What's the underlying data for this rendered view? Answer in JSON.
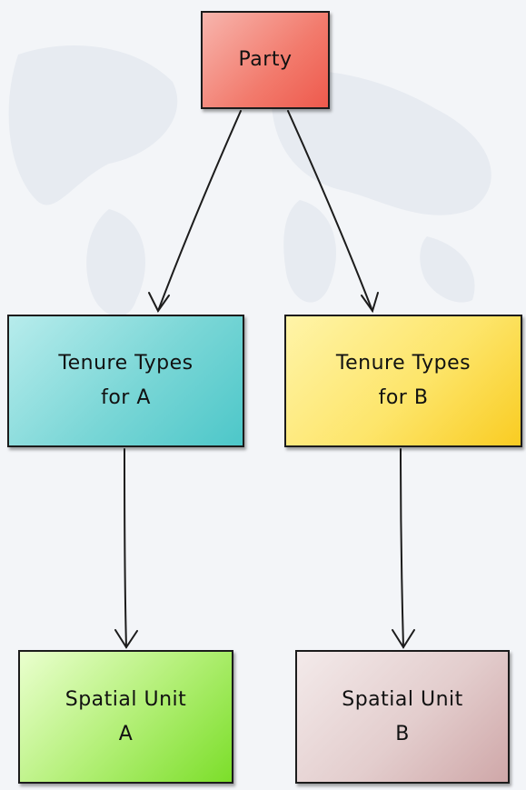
{
  "diagram": {
    "nodes": {
      "party": "Party",
      "tenure_a": "Tenure Types\nfor A",
      "tenure_b": "Tenure Types\nfor B",
      "spatial_a": "Spatial Unit\nA",
      "spatial_b": "Spatial Unit\nB"
    },
    "edges": [
      {
        "from": "party",
        "to": "tenure_a"
      },
      {
        "from": "party",
        "to": "tenure_b"
      },
      {
        "from": "tenure_a",
        "to": "spatial_a"
      },
      {
        "from": "tenure_b",
        "to": "spatial_b"
      }
    ],
    "colors": {
      "party": "#f27a6c",
      "tenure_a": "#79d6d6",
      "tenure_b": "#fde56a",
      "spatial_a": "#b5f07a",
      "spatial_b": "#e3cdcd",
      "stroke": "#1c1c1c"
    }
  }
}
